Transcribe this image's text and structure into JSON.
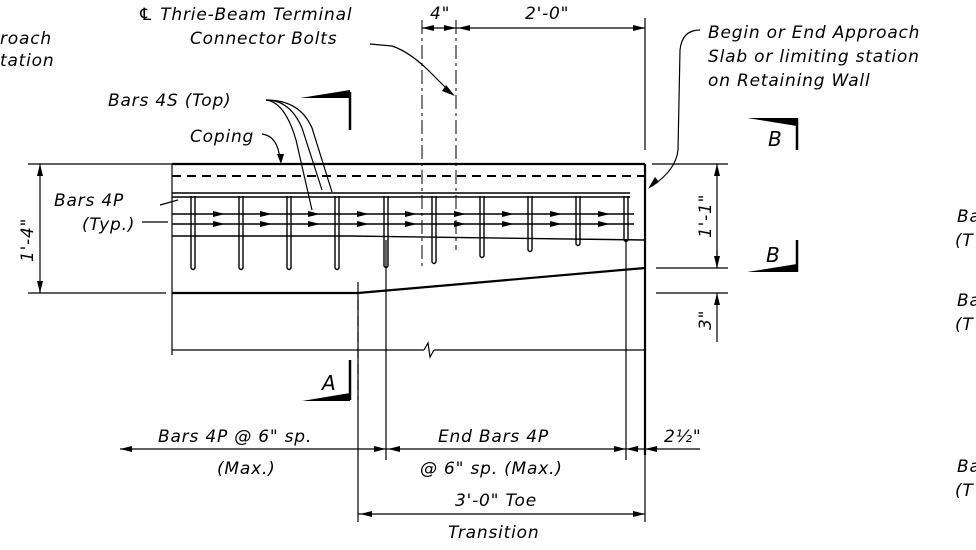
{
  "labels": {
    "approach_left_1": "roach",
    "approach_left_2": "tation",
    "thrie_beam_1": "℄ Thrie-Beam Terminal",
    "thrie_beam_2": "Connector Bolts",
    "begin_end_1": "Begin or End Approach",
    "begin_end_2": "Slab or limiting station",
    "begin_end_3": "on Retaining Wall",
    "bars_4s": "Bars 4S (Top)",
    "coping": "Coping",
    "bars_4p_1": "Bars 4P",
    "bars_4p_2": "(Typ.)",
    "bars_4p_spacing_1": "Bars 4P @ 6\" sp.",
    "bars_4p_spacing_2": "(Max.)",
    "end_bars_1": "End Bars 4P",
    "end_bars_2": "@ 6\" sp. (Max.)",
    "toe_1": "3'-0\" Toe",
    "toe_2": "Transition",
    "right_cut_1": "Ba",
    "right_cut_2": "(T",
    "right_cut_3": "Ba",
    "right_cut_4": "(T",
    "right_cut_5": "Ba",
    "right_cut_6": "(T"
  },
  "dimensions": {
    "d_4in": "4\"",
    "d_2ft": "2'-0\"",
    "d_1ft4": "1'-4\"",
    "d_1ft1": "1'-1\"",
    "d_3in": "3\"",
    "d_2half": "2½\""
  },
  "sections": {
    "a": "A",
    "b_top": "B",
    "b_mid": "B"
  }
}
